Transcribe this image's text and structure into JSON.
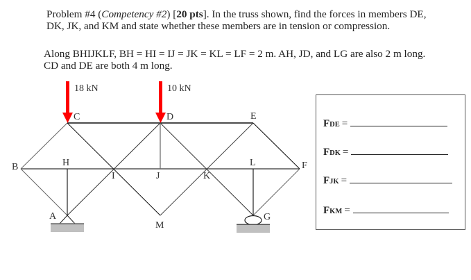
{
  "problem": {
    "number_label": "Problem #4 (",
    "competency": "Competency #2",
    "mid": ") [",
    "points": "20 pts",
    "statement_rest": "]. In the truss shown, find the forces in members DE, DK, JK, and KM and state whether these members are in tension or compression.",
    "geometry": "Along BHIJKLF, BH = HI = IJ = JK = KL = LF = 2 m. AH, JD, and LG are also 2 m long. CD and DE are both 4 m long."
  },
  "diagram": {
    "loads": [
      {
        "node": "C",
        "label": "18 kN"
      },
      {
        "node": "D",
        "label": "10 kN"
      }
    ],
    "nodes": {
      "A": "A",
      "B": "B",
      "C": "C",
      "D": "D",
      "E": "E",
      "F": "F",
      "G": "G",
      "H": "H",
      "I": "I",
      "J": "J",
      "K": "K",
      "L": "L",
      "M": "M"
    },
    "load_color": "#ff0000",
    "support_color": "#c0c0c0"
  },
  "answers": [
    {
      "prefix": "F",
      "sub": "DE",
      "eq": "=",
      "value": ""
    },
    {
      "prefix": "F",
      "sub": "DK",
      "eq": "=",
      "value": ""
    },
    {
      "prefix": "F",
      "sub": "JK",
      "eq": "=",
      "value": ""
    },
    {
      "prefix": "F",
      "sub": "KM",
      "eq": "=",
      "value": ""
    }
  ]
}
